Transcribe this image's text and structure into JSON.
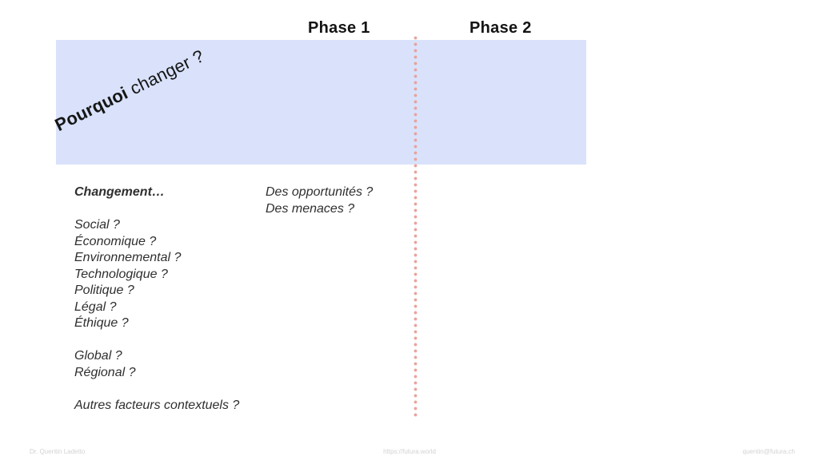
{
  "colors": {
    "banner_bg": "#d9e2fa",
    "divider_dot": "#e8a19b",
    "body_text": "#2f2f2f",
    "footer_text": "#d2d2d2"
  },
  "slide": {
    "phase_headers": [
      {
        "label": "Phase 1"
      },
      {
        "label": "Phase 2"
      }
    ],
    "banner": {
      "bold_text": "Pourquoi",
      "regular_text": " changer ?"
    },
    "left_column": {
      "lines": [
        "Changement…",
        "",
        "Social ?",
        "Économique ?",
        "Environnemental ?",
        "Technologique ?",
        "Politique ?",
        "Légal ?",
        "Éthique ?",
        "",
        "Global ?",
        "Régional ?",
        "",
        "Autres facteurs contextuels ?"
      ]
    },
    "middle_column": {
      "lines": [
        "Des opportunités ?",
        "Des menaces ?"
      ]
    },
    "footer": {
      "author": "Dr. Quentin Ladetto",
      "url": "https://futura.world",
      "email": "quentin@futura.ch"
    }
  }
}
